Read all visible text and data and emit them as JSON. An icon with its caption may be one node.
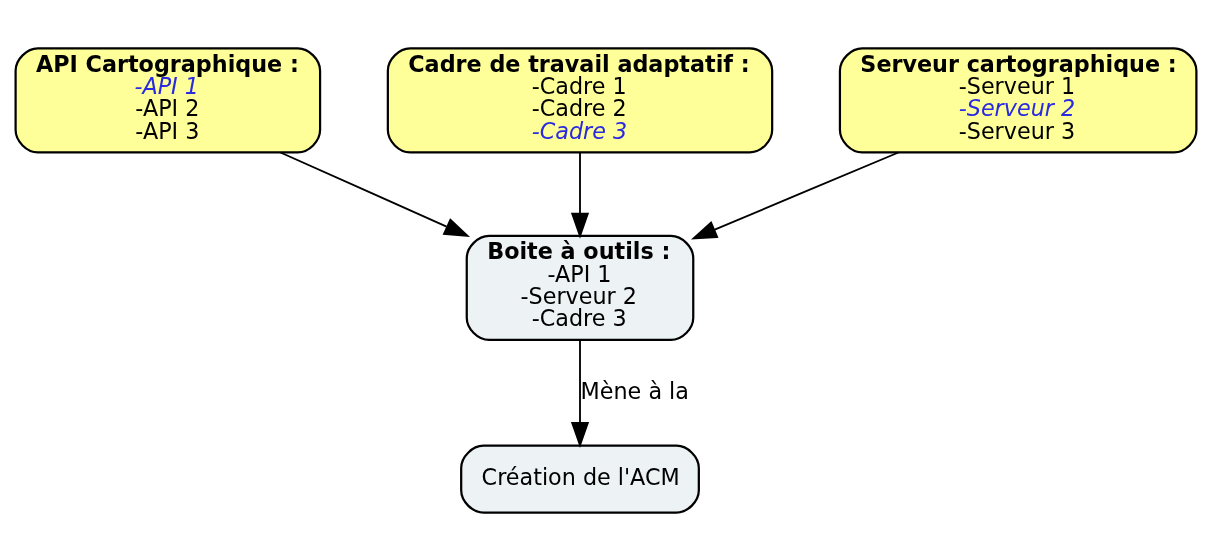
{
  "diagram": {
    "nodes": [
      {
        "text": [
          "API Cartographique :",
          "-API 1",
          "-API 2",
          "-API 3"
        ]
      },
      {
        "text": [
          "Cadre de travail adaptatif :",
          "-Cadre 1",
          "-Cadre 2",
          "-Cadre 3"
        ]
      },
      {
        "text": [
          "Serveur cartographique :",
          "-Serveur 1",
          "-Serveur 2",
          "-Serveur 3"
        ]
      },
      {
        "text": [
          "Boite à outils :",
          "-API 1",
          "-Serveur 2",
          "-Cadre 3"
        ]
      },
      {
        "text": [
          "Création de l'ACM"
        ]
      }
    ],
    "edges": [
      {
        "from": 0,
        "to": 3,
        "arrow": "to"
      },
      {
        "from": 1,
        "to": 3,
        "arrow": "to"
      },
      {
        "from": 2,
        "to": 3,
        "arrow": "to"
      },
      {
        "from": 3,
        "to": 4,
        "arrow": "to",
        "label": "Mène à la"
      }
    ]
  }
}
